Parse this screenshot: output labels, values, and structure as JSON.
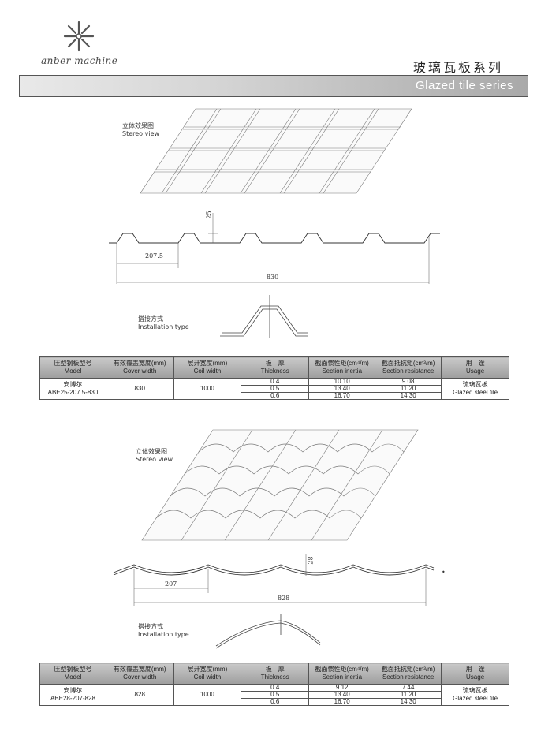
{
  "brand": {
    "logo_text": "anber machine",
    "series_title_cn": "玻璃瓦板系列",
    "series_title_en": "Glazed tile series"
  },
  "section1": {
    "stereo_cn": "立体效果图",
    "stereo_en": "Stereo view",
    "dim_height": "25",
    "dim_pitch": "207.5",
    "dim_width": "830",
    "install_cn": "搭接方式",
    "install_en": "Installation type"
  },
  "section2": {
    "stereo_cn": "立体效果图",
    "stereo_en": "Stereo view",
    "dim_height": "28",
    "dim_pitch": "207",
    "dim_width": "828",
    "install_cn": "搭接方式",
    "install_en": "Installation type"
  },
  "table_headers": [
    {
      "cn": "压型钢板型号",
      "en": "Model"
    },
    {
      "cn": "有效覆盖宽度(mm)",
      "en": "Cover width"
    },
    {
      "cn": "展开宽度(mm)",
      "en": "Coil width"
    },
    {
      "cn": "板　厚",
      "en": "Thickness"
    },
    {
      "cn": "截面惯性矩(cm⁴/m)",
      "en": "Section inertia"
    },
    {
      "cn": "截面抵抗矩(cm³/m)",
      "en": "Section resistance"
    },
    {
      "cn": "用　途",
      "en": "Usage"
    }
  ],
  "table1": {
    "model_cn": "安博尔",
    "model_en": "ABE25-207.5-830",
    "cover_width": "830",
    "coil_width": "1000",
    "rows": [
      {
        "thickness": "0.4",
        "inertia": "10.10",
        "resistance": "9.08"
      },
      {
        "thickness": "0.5",
        "inertia": "13.40",
        "resistance": "11.20"
      },
      {
        "thickness": "0.6",
        "inertia": "16.70",
        "resistance": "14.30"
      }
    ],
    "usage_cn": "琉璃瓦板",
    "usage_en": "Glazed steel tile"
  },
  "table2": {
    "model_cn": "安博尔",
    "model_en": "ABE28-207-828",
    "cover_width": "828",
    "coil_width": "1000",
    "rows": [
      {
        "thickness": "0.4",
        "inertia": "9.12",
        "resistance": "7.44"
      },
      {
        "thickness": "0.5",
        "inertia": "13.40",
        "resistance": "11.20"
      },
      {
        "thickness": "0.6",
        "inertia": "16.70",
        "resistance": "14.30"
      }
    ],
    "usage_cn": "琉璃瓦板",
    "usage_en": "Glazed steel tile"
  }
}
